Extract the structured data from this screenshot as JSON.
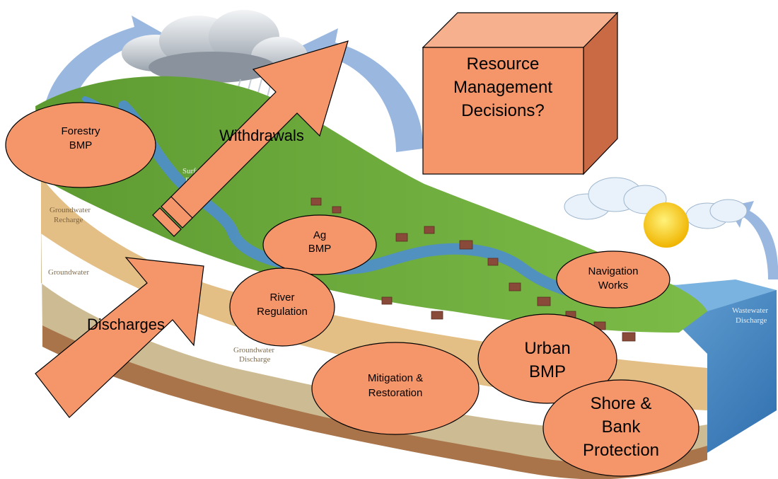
{
  "diagram": {
    "box": {
      "lines": [
        "Resource",
        "Management",
        "Decisions?"
      ]
    },
    "arrows": {
      "withdrawals": "Withdrawals",
      "discharges": "Discharges"
    },
    "ovals": {
      "forestry": [
        "Forestry",
        "BMP"
      ],
      "ag": [
        "Ag",
        "BMP"
      ],
      "river": [
        "River",
        "Regulation"
      ],
      "navigation": [
        "Navigation",
        "Works"
      ],
      "mitigation": [
        "Mitigation &",
        "Restoration"
      ],
      "urban": [
        "Urban",
        "BMP"
      ],
      "shore": [
        "Shore &",
        "Bank",
        "Protection"
      ]
    },
    "background_labels": {
      "surface_runoff": [
        "Surface",
        "Runoff"
      ],
      "groundwater_recharge": [
        "Groundwater",
        "Recharge"
      ],
      "groundwater": "Groundwater",
      "groundwater_discharge": [
        "Groundwater",
        "Discharge"
      ],
      "wastewater_discharge": [
        "Wastewater",
        "Discharge"
      ]
    },
    "colors": {
      "shape_fill": "#f4956a",
      "shape_stroke": "#000000",
      "box_side": "#c96a44",
      "box_top": "#f7b08e",
      "water": "#4f8fc6",
      "land": "#6aa83a",
      "soil": "#d8b480",
      "rock": "#c9b690",
      "sky_arrow": "#7b9fd0",
      "sun": "#f5c518"
    }
  }
}
